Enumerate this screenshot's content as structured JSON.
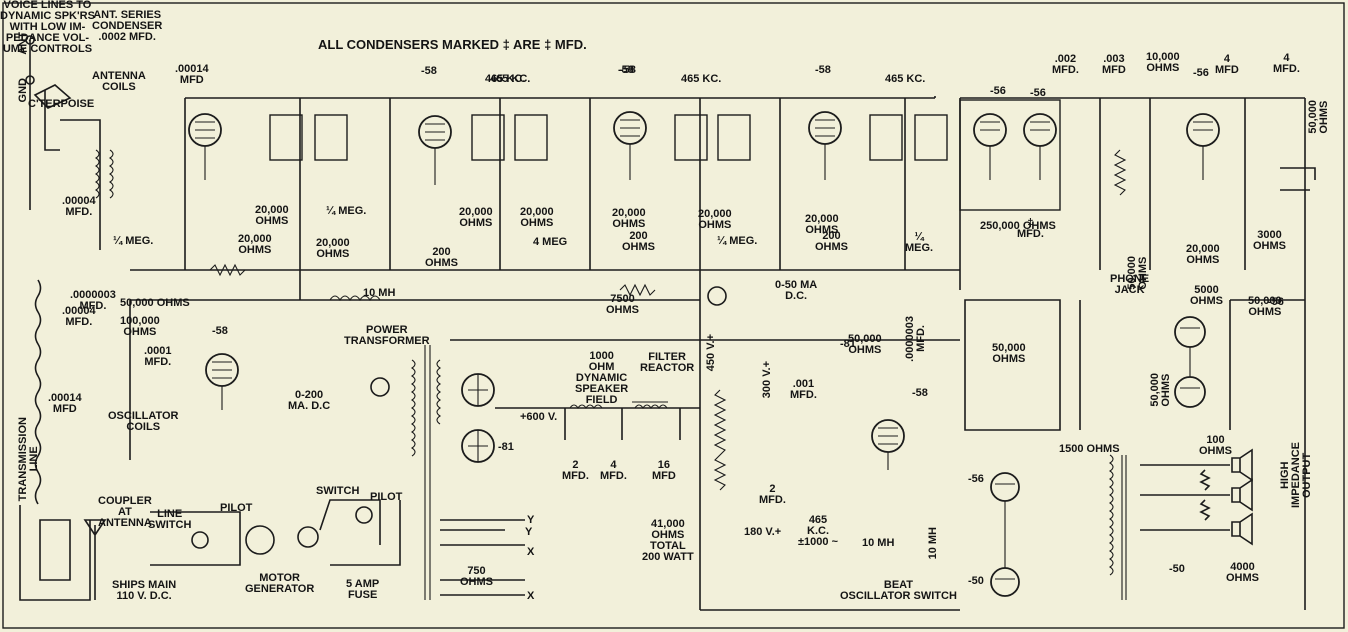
{
  "diagram": {
    "title": "ALL CONDENSERS MARKED ‡ ARE ‡ MFD.",
    "colors": {
      "paper": "#f2f0da",
      "ink": "#1c1c1c"
    },
    "labels": [
      "ANT",
      "GND",
      "ANT. SERIES\nCONDENSER\n.0002 MFD.",
      "C'TERPOISE",
      "ANTENNA\nCOILS",
      ".00014\nMFD",
      ".00004\nMFD.",
      "¼ MEG.",
      ".0000003\nMFD.",
      "TRANSMISSION\nLINE",
      "COUPLER\nAT\nANTENNA",
      "SHIPS MAIN\n110 V. D.C.",
      "LINE\nSWITCH",
      "PILOT",
      "MOTOR\nGENERATOR",
      "SWITCH",
      "PILOT",
      "5 AMP\nFUSE",
      ".00004\nMFD.",
      "100,000\nOHMS",
      ".0001\nMFD.",
      ".00014\nMFD",
      "OSCILLATOR\nCOILS",
      "-58",
      "50,000 OHMS",
      "10 MH",
      "-58",
      "465 KC.",
      "20,000\nOHMS",
      "¼ MEG.",
      "20,000\nOHMS",
      "20,000\nOHMS",
      "-58",
      "465 KC.",
      "20,000\nOHMS",
      "200\nOHMS",
      "20,000\nOHMS",
      "4 MEG",
      "-58",
      "465 KC.",
      "20,000\nOHMS",
      "20,000\nOHMS",
      "200\nOHMS",
      "¼ MEG.",
      "7500\nOHMS",
      "-58",
      "465 KC.",
      "20,000\nOHMS",
      "200\nOHMS",
      "¼\nMEG.",
      "0-50 MA\nD.C.",
      "POWER\nTRANSFORMER",
      "0-200\nMA. D.C",
      "-81",
      "-81",
      "1000\nOHM\nDYNAMIC\nSPEAKER\nFIELD",
      "FILTER\nREACTOR",
      "+600 V.",
      "2\nMFD.",
      "4\nMFD.",
      "16\nMFD",
      "Y",
      "Y",
      "X",
      "X",
      "750\nOHMS",
      "450 V.+",
      "300 V.+",
      "2\nMFD.",
      "180 V.+",
      "41,000\nOHMS\nTOTAL\n200 WATT",
      "50,000\nOHMS",
      ".001\nMFD.",
      "-58",
      ".0000003\nMFD.",
      "465\nK.C.\n±1000 ~",
      "10 MH",
      "10 MH",
      "BEAT\nOSCILLATOR SWITCH",
      "-56",
      "-56",
      ".002\nMFD.",
      ".003\nMFD",
      "10,000\nOHMS",
      "4\nMFD",
      "-56",
      "4\nMFD.",
      "50,000\nOHMS",
      "50,000\nOHMS",
      "250,000 OHMS",
      "‡\nMFD.",
      "20,000\nOHMS",
      "3000\nOHMS",
      "50,000\nOHMS",
      "PHONE\nJACK",
      "5000\nOHMS",
      "-56",
      "50,000\nOHMS",
      "50,000\nOHMS",
      "1500 OHMS",
      "100\nOHMS",
      "-56",
      "-50",
      "-50",
      "4000\nOHMS",
      "HIGH\nIMPEDANCE\nOUTPUT",
      "VOICE LINES TO\nDYNAMIC SPK'RS\nWITH LOW IM-\nPEDANCE VOL-\nUME CONTROLS"
    ]
  }
}
